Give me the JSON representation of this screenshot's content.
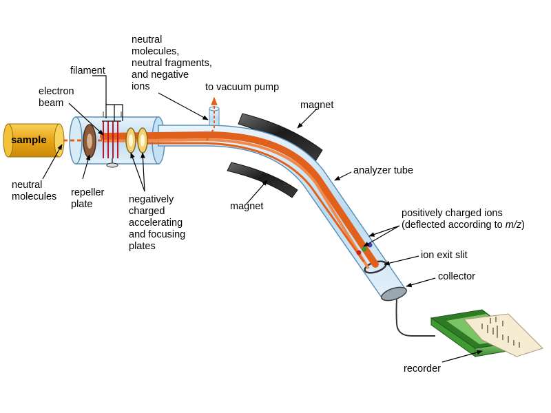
{
  "labels": {
    "sample": "sample",
    "neutral_molecules_top": [
      "neutral",
      "molecules,",
      "neutral fragments,",
      "and negative",
      "ions"
    ],
    "to_vacuum_pump": "to vacuum pump",
    "filament": "filament",
    "electron_beam": [
      "electron",
      "beam"
    ],
    "magnet_top": "magnet",
    "magnet_bottom": "magnet",
    "analyzer_tube": "analyzer tube",
    "neutral_molecules_left": [
      "neutral",
      "molecules"
    ],
    "repeller_plate": [
      "repeller",
      "plate"
    ],
    "accelerating_plates": [
      "negatively",
      "charged",
      "accelerating",
      "and focusing",
      "plates"
    ],
    "positive_ions_line1": "positively charged ions",
    "positive_ions_line2_prefix": "(deflected according to ",
    "positive_ions_line2_italic": "m/z",
    "positive_ions_line2_suffix": ")",
    "ion_exit_slit": "ion exit slit",
    "collector": "collector",
    "recorder": "recorder"
  },
  "colors": {
    "tube_fill": "#cfe6f5",
    "tube_edge": "#5b8fb8",
    "beam": "#e0601c",
    "sample_yellow": "#f2b51d",
    "magnet_dark": "#1f1f1f",
    "recorder_green": "#5db04a",
    "paper": "#f5ecd2"
  }
}
